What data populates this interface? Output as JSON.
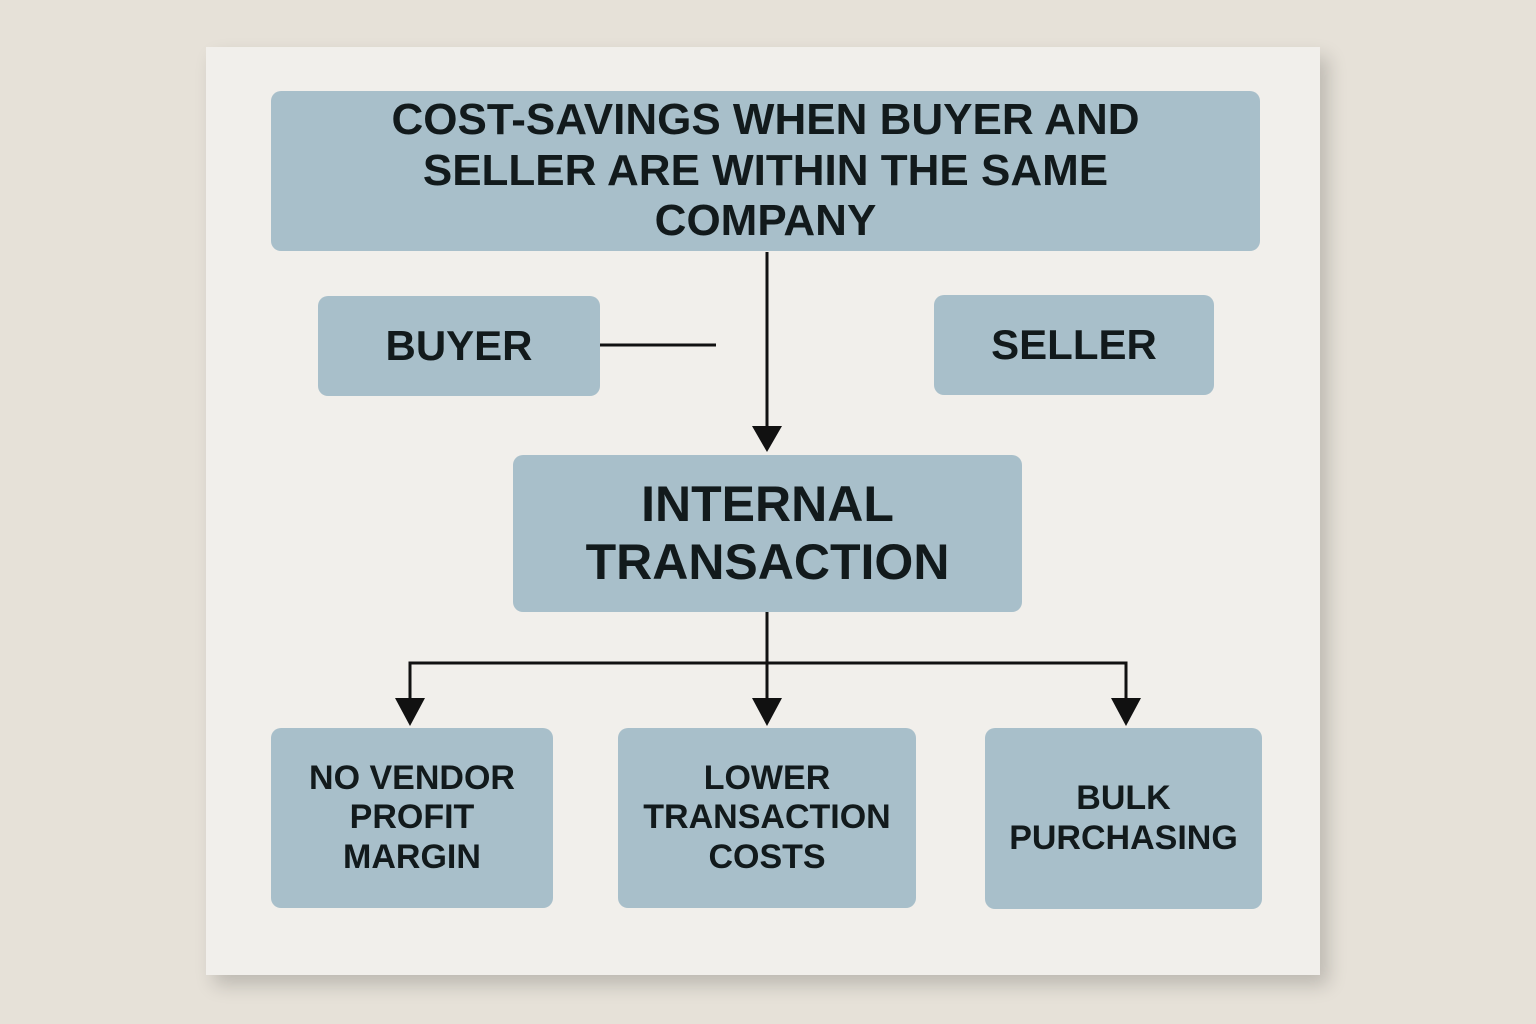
{
  "title": "COST-SAVINGS WHEN BUYER AND SELLER ARE WITHIN THE SAME COMPANY",
  "buyer": "BUYER",
  "seller": "SELLER",
  "center": "INTERNAL TRANSACTION",
  "outcomes": [
    "NO VENDOR PROFIT MARGIN",
    "LOWER TRANSACTION COSTS",
    "BULK PURCHASING"
  ],
  "colors": {
    "box": "#a8bfca",
    "board": "#f1efeb",
    "wall": "#e6e1d8"
  }
}
